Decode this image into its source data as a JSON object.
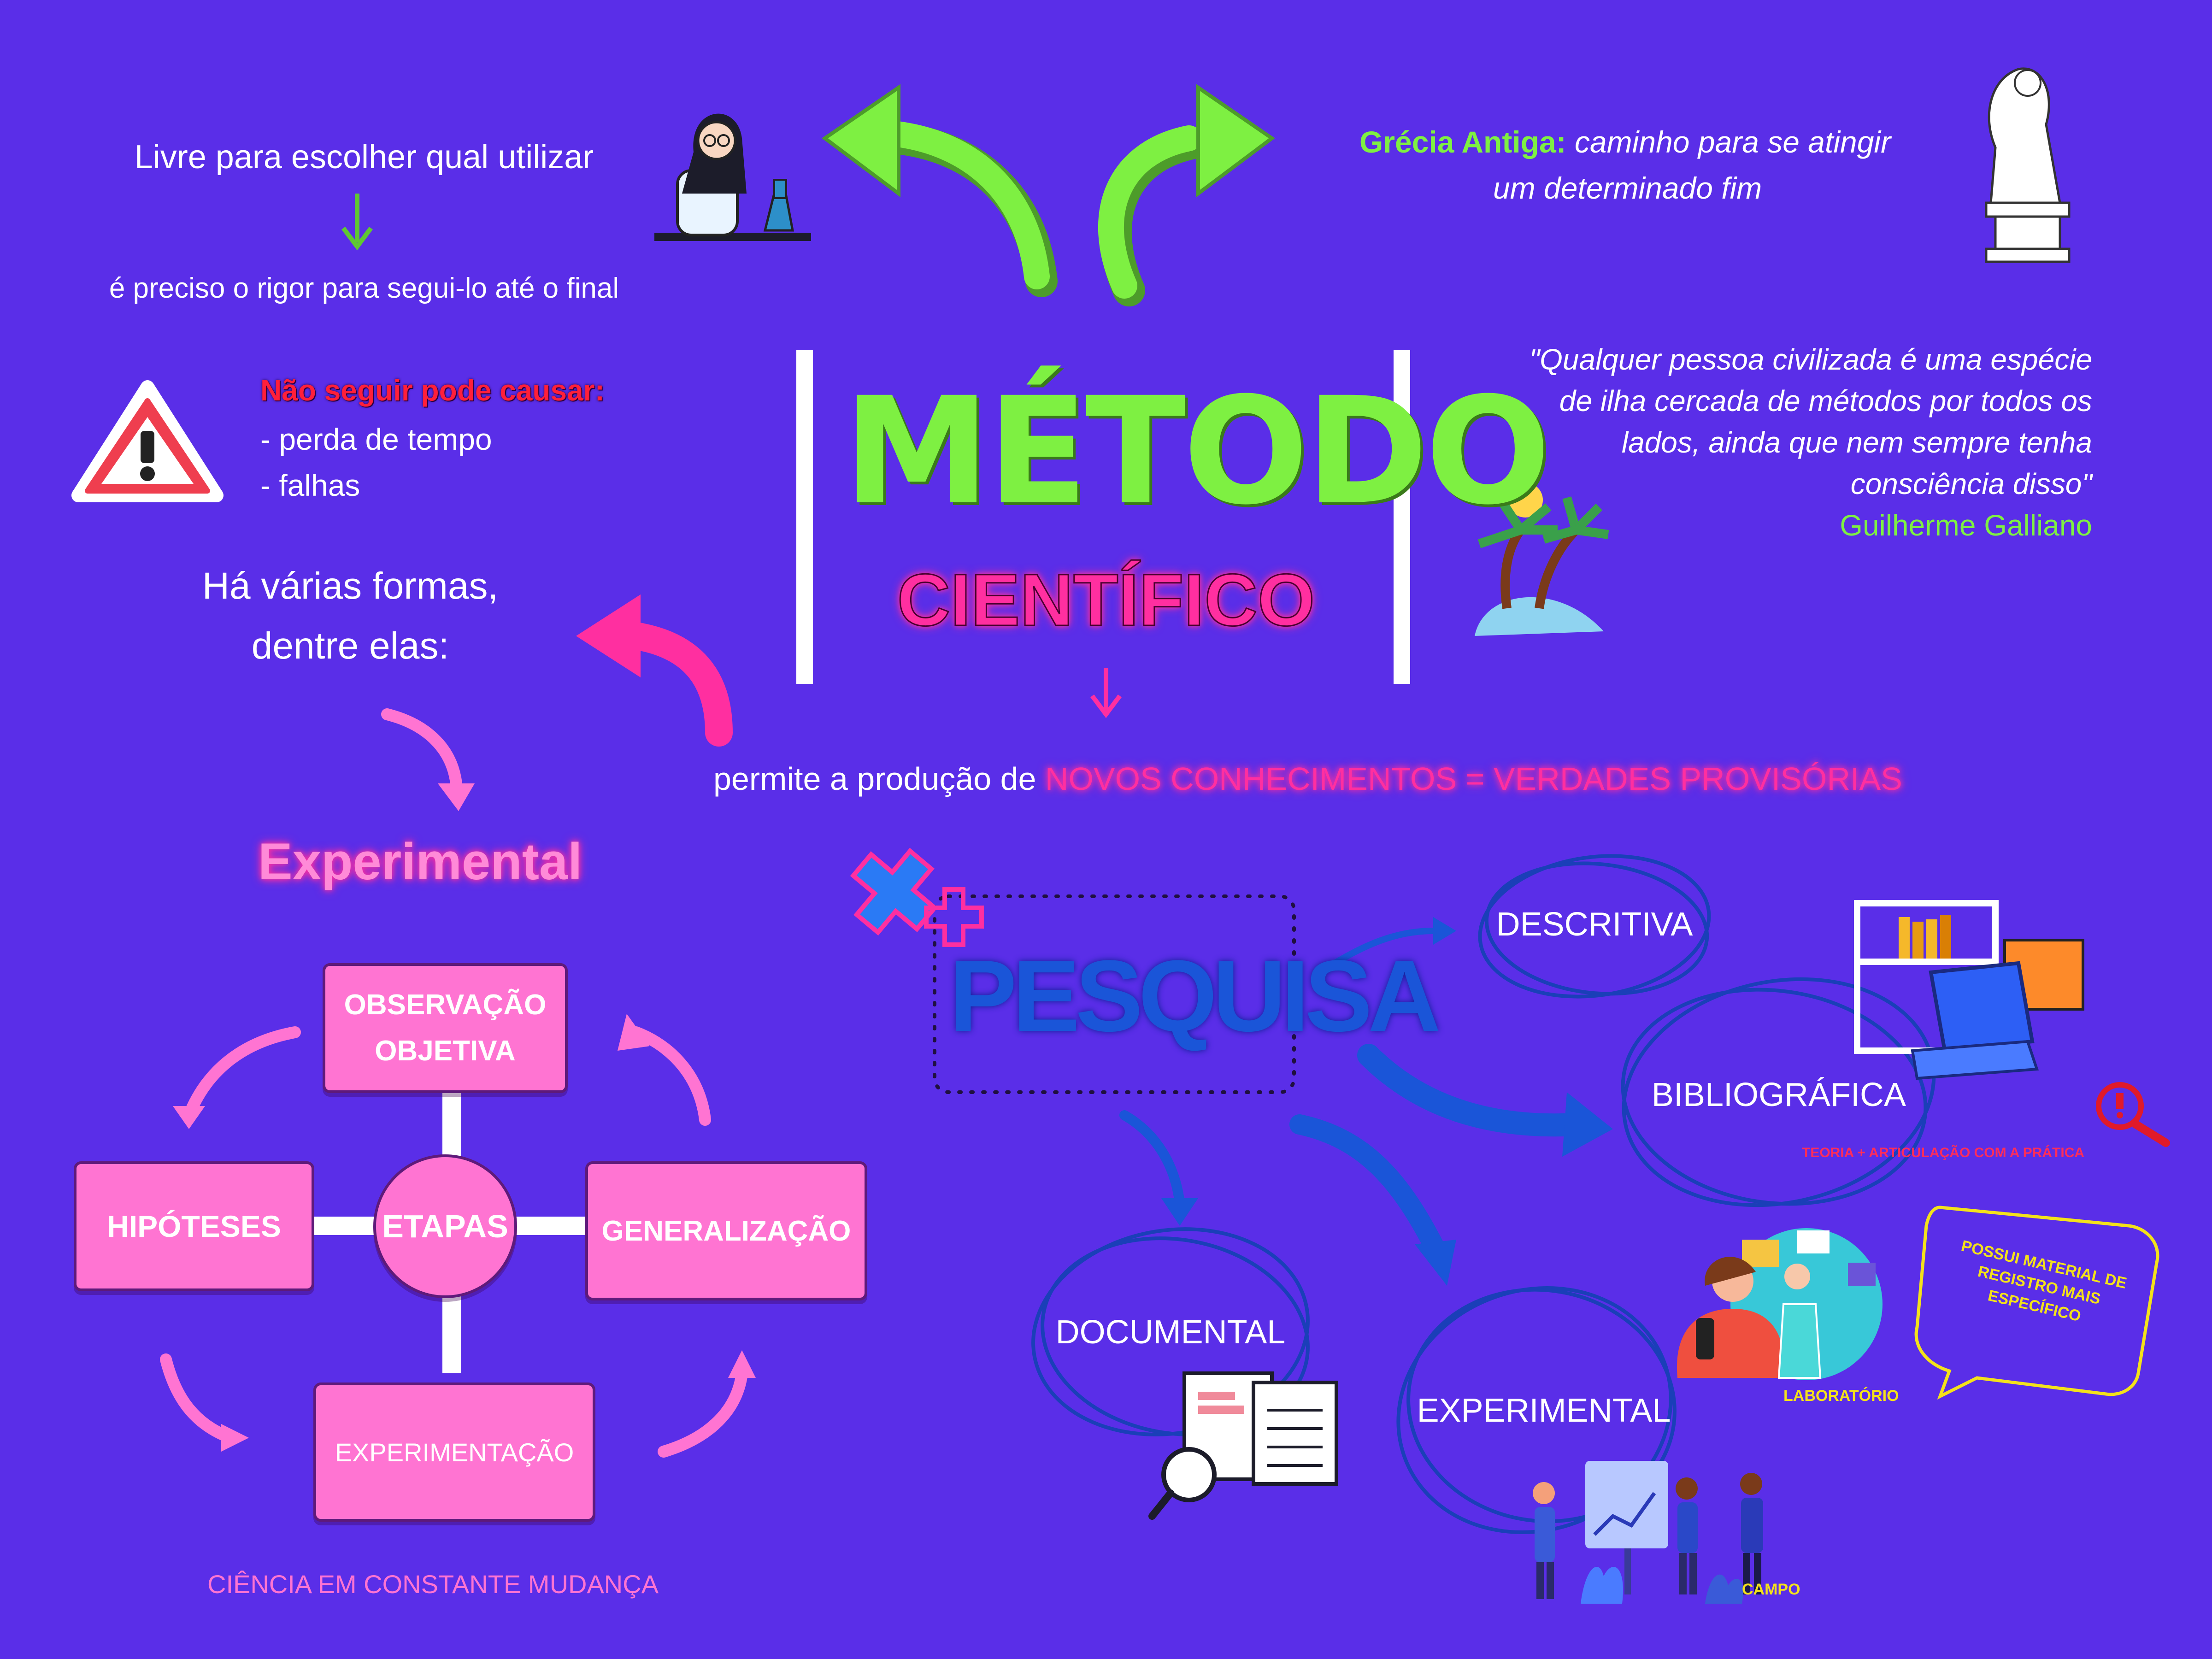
{
  "title": {
    "line1": "MÉTODO",
    "line2": "CIENTÍFICO"
  },
  "top_left": {
    "line1": "Livre para escolher qual utilizar",
    "line2": "é preciso o rigor para segui-lo até o final"
  },
  "warning": {
    "heading": "Não seguir pode causar:",
    "item1": "- perda de tempo",
    "item2": "- falhas"
  },
  "forms": {
    "line1": "Há várias formas,",
    "line2": "dentre elas:"
  },
  "greece": {
    "bold": "Grécia Antiga:",
    "rest": " caminho para se atingir",
    "line2": "um determinado fim"
  },
  "quote": {
    "line1": "\"Qualquer pessoa civilizada é uma espécie",
    "line2": "de ilha cercada de métodos por todos os",
    "line3": "lados, ainda que nem sempre tenha",
    "line4": "consciência disso\"",
    "author": "Guilherme Galliano"
  },
  "permite": {
    "prefix": "permite a produção de ",
    "highlight": "NOVOS CONHECIMENTOS = VERDADES PROVISÓRIAS"
  },
  "experimental": {
    "title": "Experimental",
    "center": "ETAPAS",
    "observacao_1": "OBSERVAÇÃO",
    "observacao_2": "OBJETIVA",
    "hipoteses": "HIPÓTESES",
    "generalizacao": "GENERALIZAÇÃO",
    "experimentacao": "EXPERIMENTAÇÃO",
    "footer": "CIÊNCIA EM CONSTANTE MUDANÇA"
  },
  "pesquisa": {
    "title": "PESQUISA",
    "descritiva": "DESCRITIVA",
    "bibliografica": "BIBLIOGRÁFICA",
    "teoria": "TEORIA + ARTICULAÇÃO COM A PRÁTICA",
    "documental": "DOCUMENTAL",
    "experimental": "EXPERIMENTAL",
    "laboratorio": "LABORATÓRIO",
    "campo": "CAMPO",
    "bubble": "POSSUI MATERIAL DE REGISTRO MAIS ESPECÍFICO"
  },
  "colors": {
    "background": "#5a2ee8",
    "green": "#7ef042",
    "pink": "#ff2fa0",
    "blue": "#1a55d8",
    "box": "#ff74d2"
  }
}
